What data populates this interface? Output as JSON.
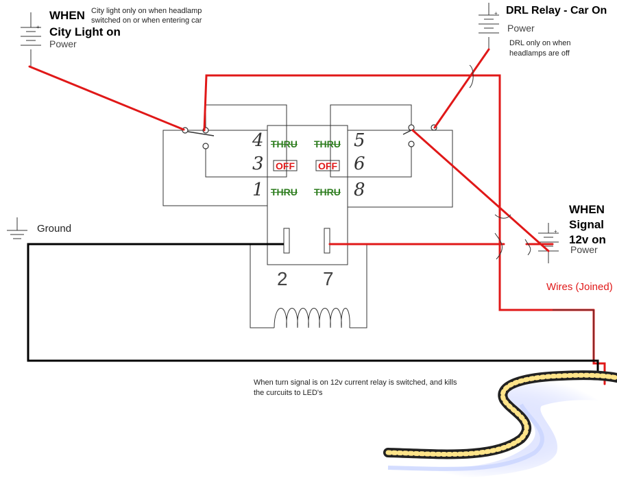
{
  "labels": {
    "city_when": "WHEN",
    "city_light": "City Light on",
    "city_note_1": "City light only on when headlamp",
    "city_note_2": "switched on or  when entering car",
    "city_power": "Power",
    "drl_title": "DRL Relay - Car On",
    "drl_power": "Power",
    "drl_note_1": "DRL only on when",
    "drl_note_2": "headlamps are off",
    "ground": "Ground",
    "signal_when": "WHEN",
    "signal_signal": "Signal",
    "signal_12v": "12v on",
    "signal_power": "Power",
    "wires_joined": "Wires (Joined)",
    "bottom_note_1": "When turn signal is on 12v current relay is switched, and kills",
    "bottom_note_2": "the curcuits to LED's"
  },
  "relay": {
    "pins": {
      "p4": "4",
      "p3": "3",
      "p1": "1",
      "p5": "5",
      "p6": "6",
      "p8": "8",
      "p2": "2",
      "p7": "7"
    },
    "thru": "THRU",
    "off": "OFF"
  },
  "colors": {
    "wire_red": "#e01818",
    "wire_black": "#000000",
    "outline": "#333333",
    "thru_green": "#2e7d1f",
    "led_warm": "#ffe48a",
    "led_glow": "#c9d4ff"
  }
}
